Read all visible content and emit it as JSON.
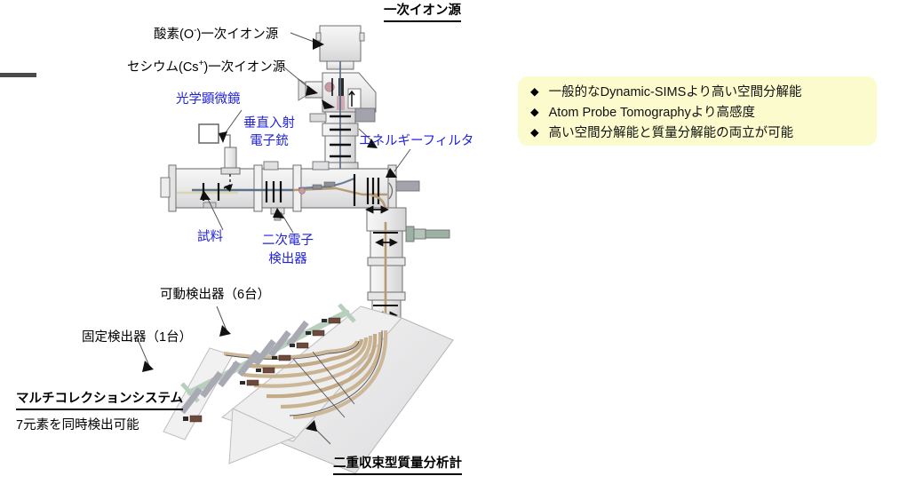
{
  "figure": {
    "title_top": "一次イオン源",
    "title_bottom": "二重収束型質量分析計"
  },
  "labels": {
    "oxygen_source": "酸素(O-)一次イオン源",
    "oxygen_source_html": "酸素(O⁻)一次イオン源",
    "cesium_source": "セシウム(Cs+)一次イオン源",
    "cesium_source_html": "セシウム(Cs⁺)一次イオン源",
    "optical_microscope": "光学顕微鏡",
    "electron_gun_line1": "垂直入射",
    "electron_gun_line2": "電子銃",
    "energy_filter": "エネルギーフィルタ",
    "sample": "試料",
    "secondary_electron_detector_line1": "二次電子",
    "secondary_electron_detector_line2": "検出器",
    "movable_detectors": "可動検出器（6台）",
    "fixed_detector": "固定検出器（1台）",
    "multicollection_system": "マルチコレクションシステム",
    "multicollection_note": "7元素を同時検出可能"
  },
  "callout": {
    "bullet_glyph": "◆",
    "items": [
      "一般的なDynamic-SIMSより高い空間分解能",
      "Atom Probe Tomographyより高感度",
      "高い空間分解能と質量分解能の両立が可能"
    ]
  },
  "colors": {
    "callout_bg": "#fbfbcd",
    "label_blue": "#2222dd",
    "label_black": "#000000",
    "body_fill": "#ececed",
    "body_stroke": "#6f6f70",
    "beam_tan": "#c9b391",
    "beam_blue": "#6b7f99",
    "detector_gray": "#a9a9b4",
    "rail_green": "#b9cfbd",
    "port_green": "#9db0a4",
    "accent_pink": "#c99aa4"
  }
}
